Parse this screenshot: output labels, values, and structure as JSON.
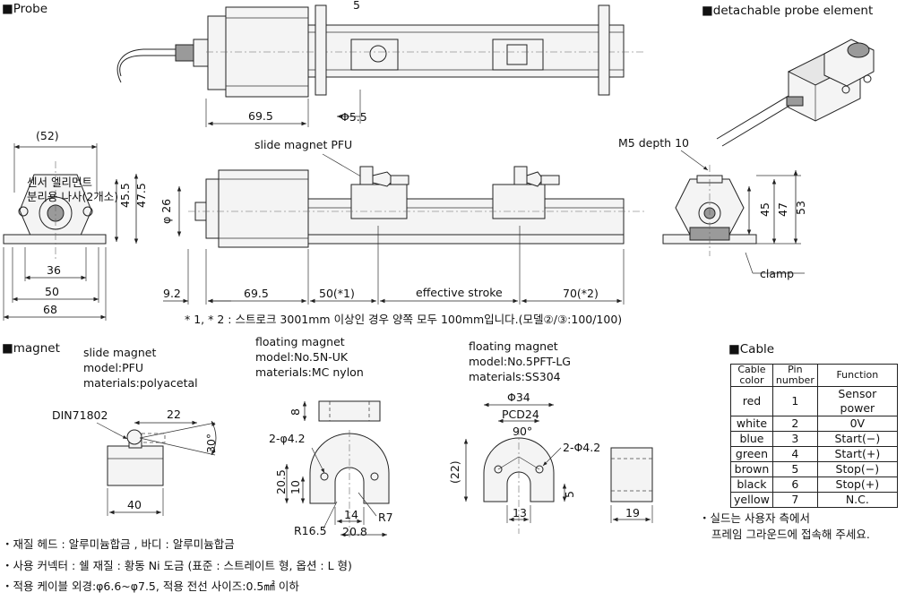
{
  "sections": {
    "probe": "■Probe",
    "detachable": "■detachable probe element",
    "magnet": "■magnet",
    "cable": "■Cable"
  },
  "probe_labels": {
    "slide_magnet": "slide magnet PFU",
    "m5": "M5 depth 10",
    "clamp": "clamp",
    "effective": "effective stroke",
    "korean_note": "센서 엘리먼트\n분리용 나사(2개소)",
    "footnote": "* 1, * 2 : 스트로크 3001mm 이상인 경우 양쪽 모두 100mm입니다.(모델②/③:100/100)"
  },
  "probe_dims": {
    "d52": "(52)",
    "d45_5": "45.5",
    "d47_5": "47.5",
    "d36": "36",
    "d50": "50",
    "d68": "68",
    "phi26": "φ 26",
    "d9_2": "9.2",
    "d69_5a": "69.5",
    "d69_5b": "69.5",
    "d50s1": "50(*1)",
    "d70s2": "70(*2)",
    "phi5_5": "Φ5.5",
    "d45": "45",
    "d47": "47",
    "d53": "53",
    "d5": "5"
  },
  "magnets": {
    "pfu": {
      "title": "slide magnet",
      "model": "model:PFU",
      "materials": "materials:polyacetal",
      "din": "DIN71802",
      "d22": "22",
      "d30": "30°",
      "d40": "40"
    },
    "uk": {
      "title": "floating magnet",
      "model": "model:No.5N-UK",
      "materials": "materials:MC nylon",
      "d8": "8",
      "holes": "2-φ4.2",
      "d20_5": "20.5",
      "d10": "10",
      "d14": "14",
      "r7": "R7",
      "r16_5": "R16.5",
      "d20_8": "20.8"
    },
    "lg": {
      "title": "floating magnet",
      "model": "model:No.5PFT-LG",
      "materials": "materials:SS304",
      "phi34": "Φ34",
      "pcd": "PCD24",
      "d90": "90°",
      "holes": "2-Φ4.2",
      "d22": "(22)",
      "d5": "5",
      "d13": "13",
      "d19": "19"
    }
  },
  "cable": {
    "headers": [
      "Cable color",
      "Pin number",
      "Function"
    ],
    "rows": [
      [
        "red",
        "1",
        "Sensor power"
      ],
      [
        "white",
        "2",
        "0V"
      ],
      [
        "blue",
        "3",
        "Start(−)"
      ],
      [
        "green",
        "4",
        "Start(+)"
      ],
      [
        "brown",
        "5",
        "Stop(−)"
      ],
      [
        "black",
        "6",
        "Stop(+)"
      ],
      [
        "yellow",
        "7",
        "N.C."
      ]
    ],
    "note1": "・실드는 사용자 측에서",
    "note2": "프레임 그라운드에 접속해 주세요."
  },
  "bottom_notes": [
    "・재질 헤드 : 알루미늄합금 , 바디 : 알루미늄합금",
    "・사용 커넥터 :  쉘 재질 : 황동 Ni 도금 (표준 : 스트레이트 형, 옵션 : L 형)",
    "・적용 케이블 외경:φ6.6~φ7.5, 적용 전선 사이즈:0.5㎟ 이하"
  ]
}
